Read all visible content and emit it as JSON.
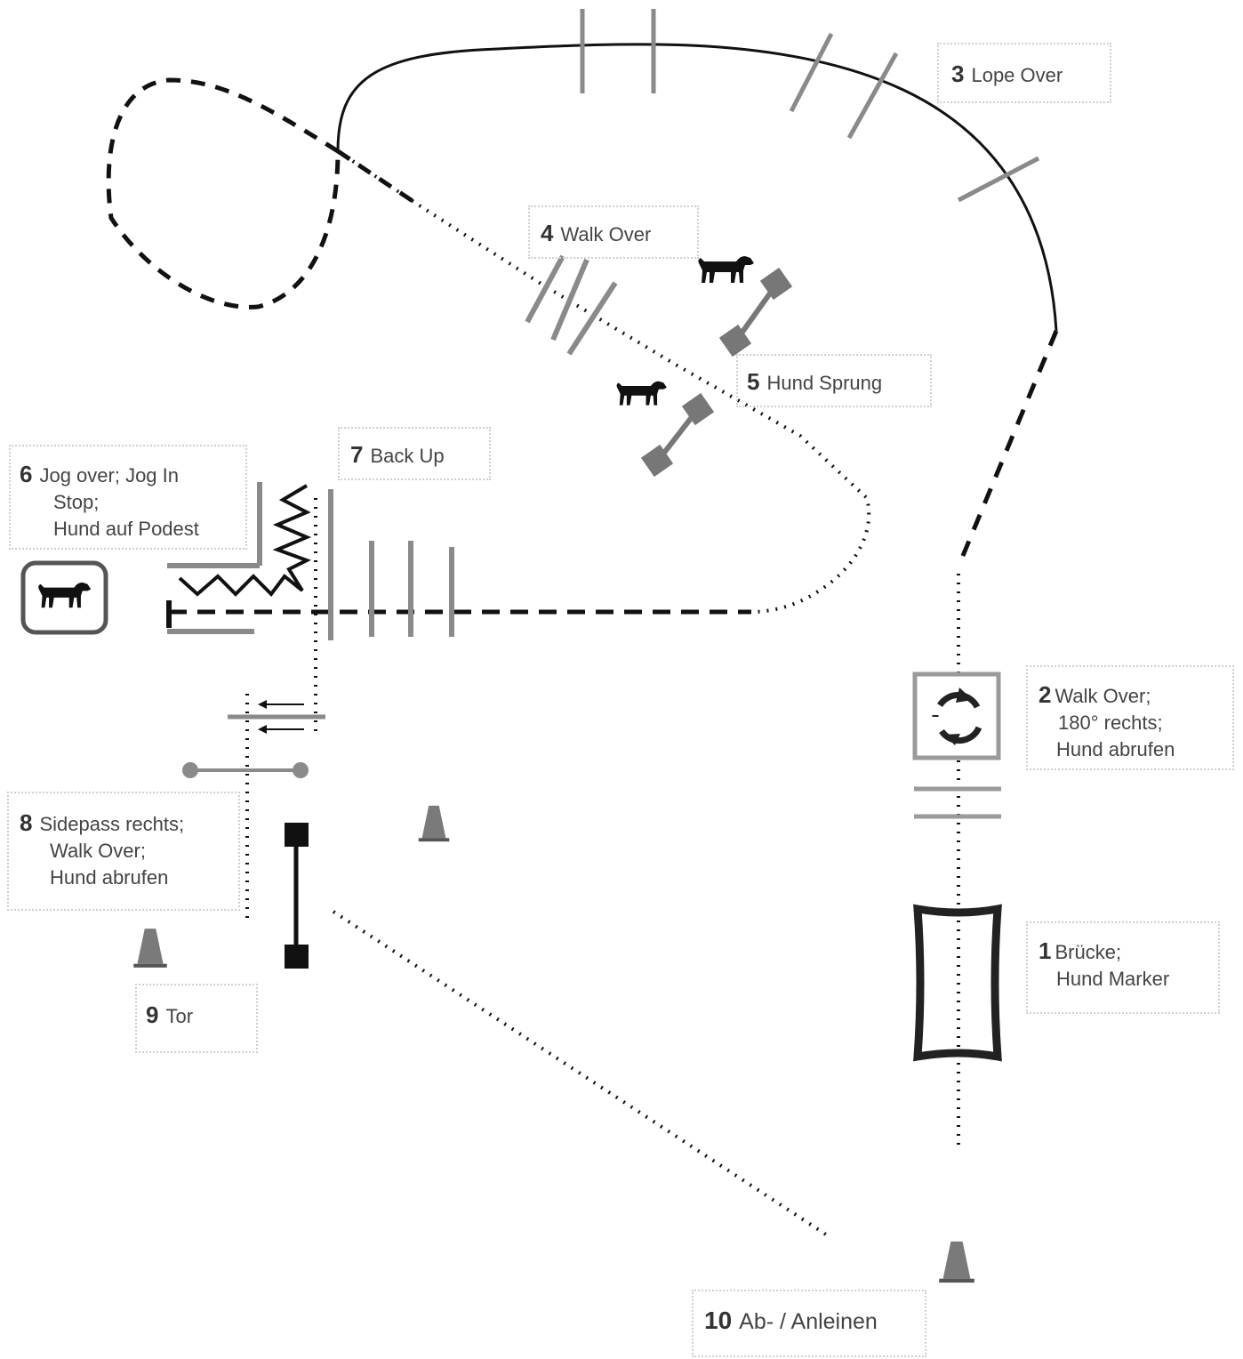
{
  "colors": {
    "path": "#111111",
    "pole": "#8a8a8a",
    "obstacle": "#777777",
    "label_border": "#cfcfcf",
    "text": "#444444"
  },
  "icons": [
    "dog-icon",
    "rotate-arrows-icon",
    "cone-icon",
    "podest-icon"
  ],
  "stations": {
    "s1": {
      "num": "1",
      "lines": [
        "Brücke;",
        "Hund Marker"
      ]
    },
    "s2": {
      "num": "2",
      "lines": [
        "Walk Over;",
        "180° rechts;",
        "Hund abrufen"
      ]
    },
    "s3": {
      "num": "3",
      "lines": [
        "Lope Over"
      ]
    },
    "s4": {
      "num": "4",
      "lines": [
        "Walk Over"
      ]
    },
    "s5": {
      "num": "5",
      "lines": [
        "Hund Sprung"
      ]
    },
    "s6": {
      "num": "6",
      "lines": [
        "Jog over; Jog In",
        "Stop;",
        "Hund auf Podest"
      ]
    },
    "s7": {
      "num": "7",
      "lines": [
        "Back Up"
      ]
    },
    "s8": {
      "num": "8",
      "lines": [
        "Sidepass rechts;",
        "Walk Over;",
        "Hund abrufen"
      ]
    },
    "s9": {
      "num": "9",
      "lines": [
        "Tor"
      ]
    },
    "s10": {
      "num": "10",
      "lines": [
        "Ab- / Anleinen"
      ]
    }
  }
}
